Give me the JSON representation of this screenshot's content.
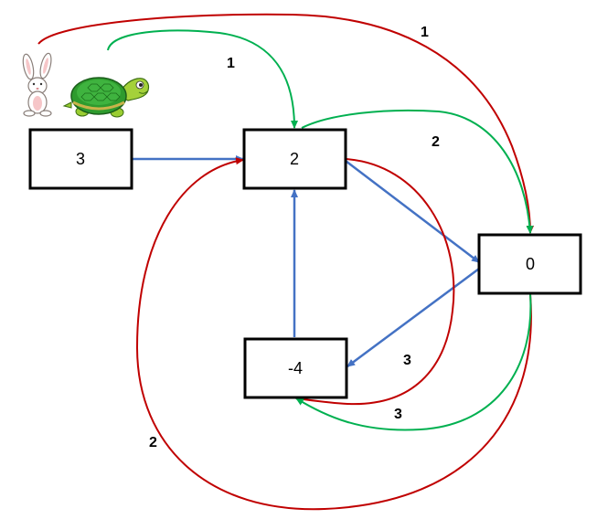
{
  "diagram": {
    "nodes": {
      "n3": "3",
      "n2": "2",
      "n0": "0",
      "nm4": "-4"
    },
    "labels": {
      "red_top": "1",
      "green_top": "1",
      "green_2_to_0": "2",
      "red_2_to_m4": "3",
      "green_0_to_m4": "3",
      "red_0_to_2": "2"
    },
    "characters": [
      "rabbit-icon",
      "turtle-icon"
    ],
    "colors": {
      "blue": "#4472C4",
      "red": "#C00000",
      "green": "#00B050",
      "box_border": "#000000"
    }
  }
}
